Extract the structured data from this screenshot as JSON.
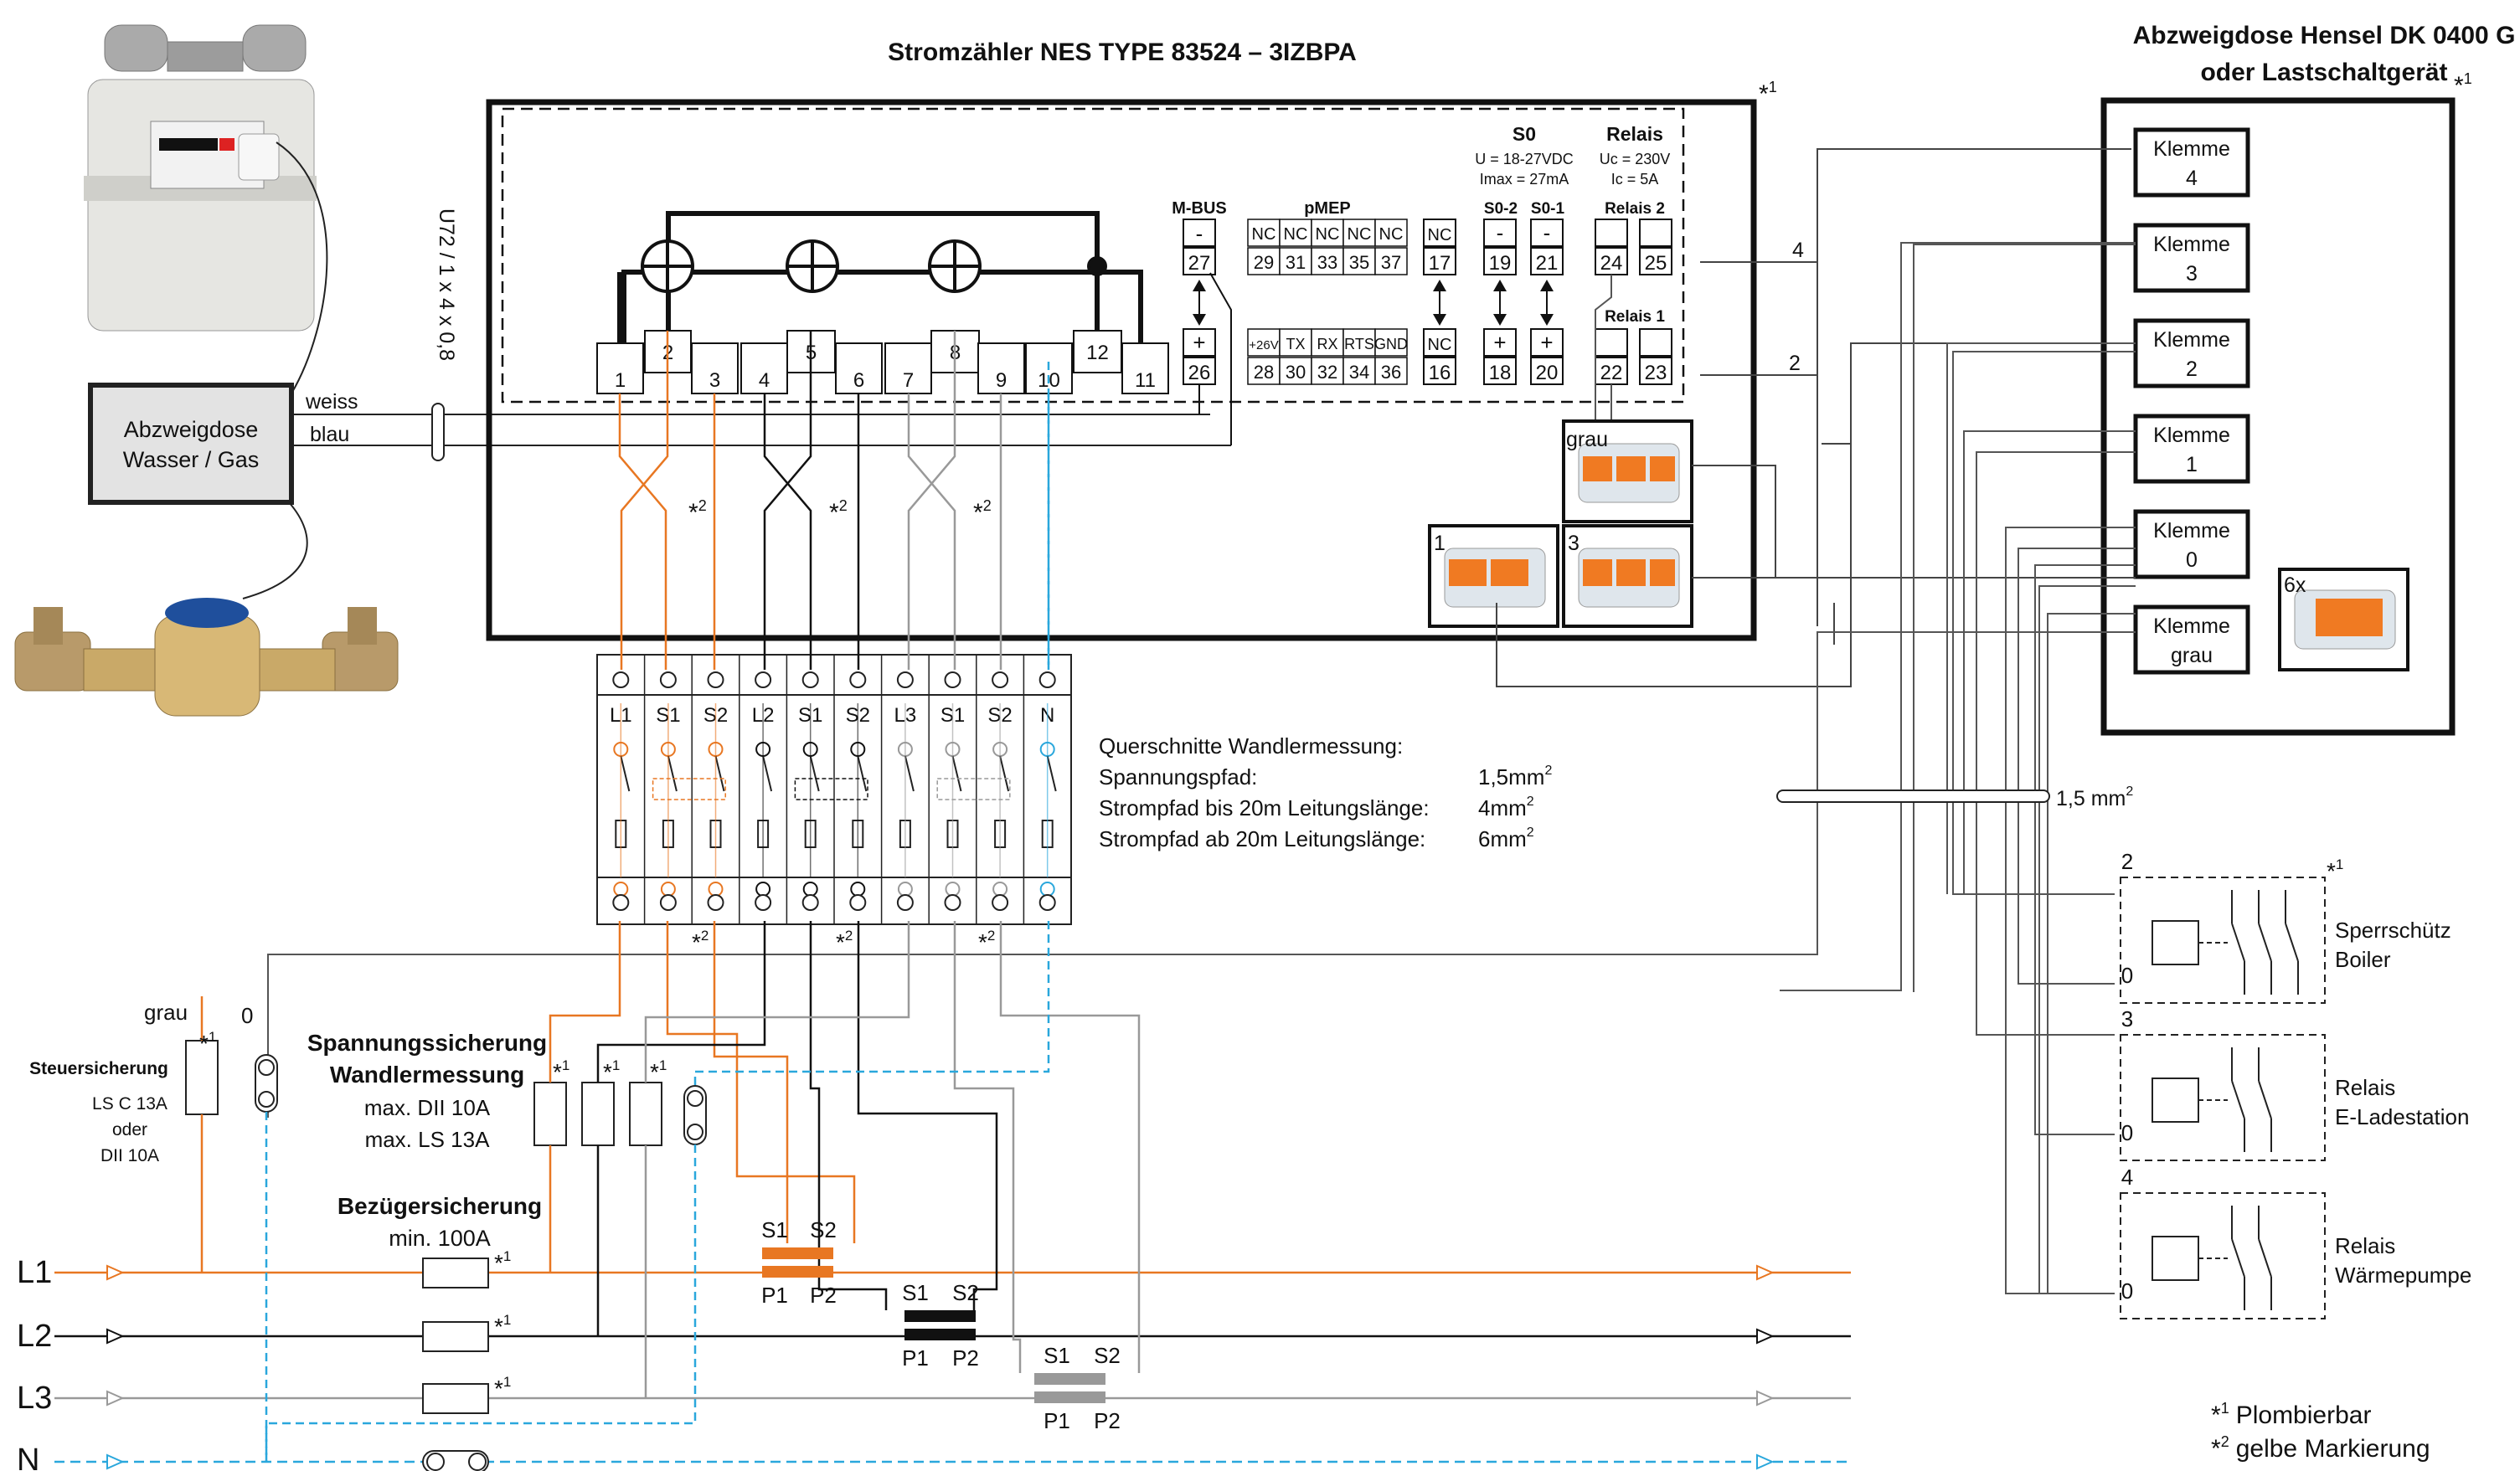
{
  "titles": {
    "meter": "Stromzähler NES TYPE 83524 – 3IZBPA",
    "box_line1": "Abzweigdose Hensel DK 0400 G",
    "box_line2": "oder Lastschaltgerät"
  },
  "labels": {
    "star": "*",
    "star1_sup": "1",
    "star2_sup": "2",
    "cable_u72": "U72 / 1 x 4 x 0,8",
    "weiss": "weiss",
    "blau": "blau",
    "abzweig_line1": "Abzweigdose",
    "abzweig_line2": "Wasser / Gas",
    "mbus": "M-BUS",
    "pmep": "pMEP",
    "s0": "S0",
    "s0_u": "U = 18-27VDC",
    "s0_i": "Imax = 27mA",
    "relais": "Relais",
    "relais_u": "Uc = 230V",
    "relais_i": "Ic = 5A",
    "s0_2": "S0-2",
    "s0_1": "S0-1",
    "relais2": "Relais 2",
    "relais1": "Relais 1",
    "minus": "-",
    "plus": "+",
    "nc": "NC",
    "grau": "grau",
    "n1": "1",
    "n3": "3",
    "six": "6x",
    "four": "4",
    "two": "2",
    "three": "3",
    "zero": "0",
    "cs_1_5": "1,5 mm",
    "sq": "2",
    "steuer_grau": "grau",
    "steuer_0": "0",
    "steuersicherung": "Steuersicherung",
    "ls_c13": "LS C 13A",
    "oder": "oder",
    "dii10": "DII 10A",
    "spann_line1": "Spannungssicherung",
    "spann_line2": "Wandlermessung",
    "spann_max1": "max. DII 10A",
    "spann_max2": "max. LS 13A",
    "bezueger": "Bezügersicherung",
    "min100": "min. 100A",
    "s1": "S1",
    "s2": "S2",
    "p1": "P1",
    "p2": "P2",
    "sperr1": "Sperrschütz",
    "sperr2": "Boiler",
    "relais_e1": "Relais",
    "relais_e2": "E-Ladestation",
    "relais_w1": "Relais",
    "relais_w2": "Wärmepumpe",
    "legend1": "Plombierbar",
    "legend2": "gelbe Markierung"
  },
  "meter_terminals": [
    "1",
    "2",
    "3",
    "4",
    "5",
    "6",
    "7",
    "8",
    "9",
    "10",
    "12",
    "11"
  ],
  "mbus_terminals": [
    "27",
    "26"
  ],
  "pmep_top": [
    "NC",
    "NC",
    "NC",
    "NC",
    "NC"
  ],
  "pmep_top_nums": [
    "29",
    "31",
    "33",
    "35",
    "37"
  ],
  "pmep_bottom": [
    "+26V",
    "TX",
    "RX",
    "RTS",
    "GND"
  ],
  "pmep_bottom_nums": [
    "28",
    "30",
    "32",
    "34",
    "36"
  ],
  "s0_top_nums": [
    "17",
    "19",
    "21"
  ],
  "s0_bottom_nums": [
    "16",
    "18",
    "20"
  ],
  "relay_top_nums": [
    "24",
    "25"
  ],
  "relay_bottom_nums": [
    "22",
    "23"
  ],
  "klemmen": [
    {
      "name": "Klemme",
      "num": "4"
    },
    {
      "name": "Klemme",
      "num": "3"
    },
    {
      "name": "Klemme",
      "num": "2"
    },
    {
      "name": "Klemme",
      "num": "1"
    },
    {
      "name": "Klemme",
      "num": "0"
    },
    {
      "name": "Klemme",
      "num": "grau"
    }
  ],
  "terminal_block": [
    "L1",
    "S1",
    "S2",
    "L2",
    "S1",
    "S2",
    "L3",
    "S1",
    "S2",
    "N"
  ],
  "cross_section": {
    "title": "Querschnitte Wandlermessung:",
    "rows": [
      {
        "label": "Spannungspfad:",
        "value": "1,5mm"
      },
      {
        "label": "Strompfad bis 20m Leitungslänge:",
        "value": "4mm"
      },
      {
        "label": "Strompfad ab 20m Leitungslänge:",
        "value": "6mm"
      }
    ]
  },
  "phases": [
    "L1",
    "L2",
    "L3",
    "N"
  ],
  "colors": {
    "l1": "#e87722",
    "l2": "#111111",
    "l3": "#9a9a9a",
    "n": "#2aa7dc",
    "wago_orange": "#f07a22"
  }
}
